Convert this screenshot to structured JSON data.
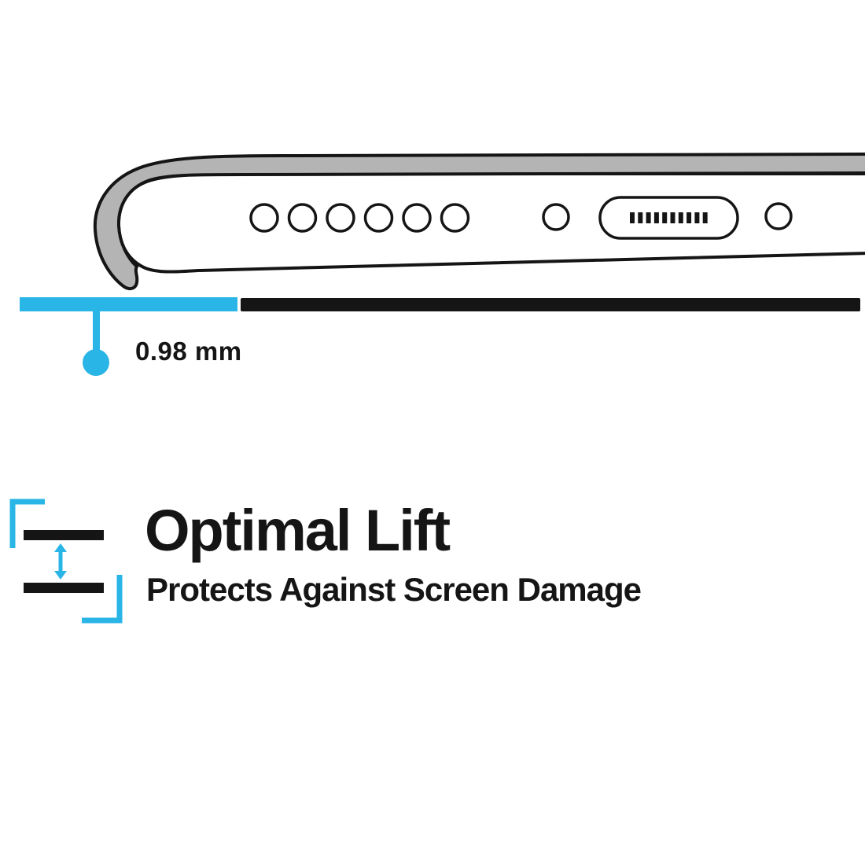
{
  "feature": {
    "heading": "Optimal Lift",
    "subheading": "Protects Against Screen Damage"
  },
  "diagram": {
    "measurement": "0.98 mm",
    "speaker_hole_count": 6,
    "port_pin_count": 10
  },
  "colors": {
    "accent": "#29b5e6",
    "ink": "#151515",
    "case_gray": "#b4b4b4",
    "background": "#ffffff"
  }
}
